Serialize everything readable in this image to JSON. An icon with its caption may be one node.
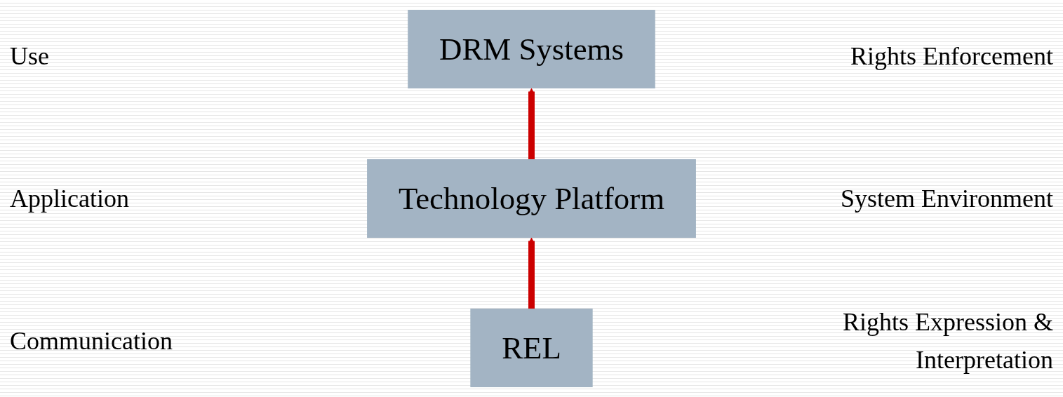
{
  "diagram": {
    "nodes": [
      {
        "text": [
          "DRM Systems"
        ]
      },
      {
        "text": [
          "Technology Platform"
        ]
      },
      {
        "text": [
          "REL"
        ]
      }
    ],
    "edges": [
      {
        "from": 2,
        "to": 1,
        "arrow": "to",
        "color": "#cc0000"
      },
      {
        "from": 1,
        "to": 0,
        "arrow": "to",
        "color": "#cc0000"
      }
    ],
    "labels": [
      "Use",
      "Rights Enforcement",
      "Application",
      "System Environment",
      "Communication",
      "Rights Expression & Interpretation"
    ]
  }
}
